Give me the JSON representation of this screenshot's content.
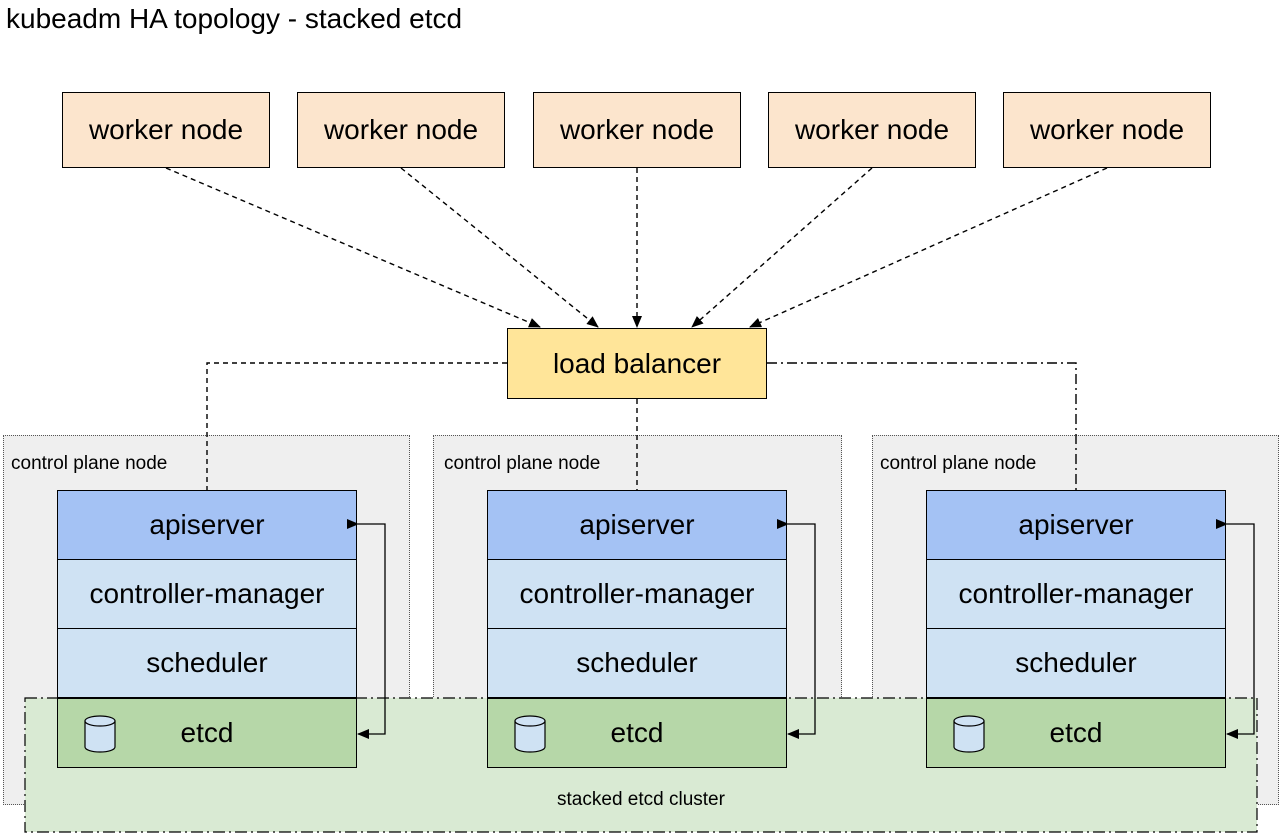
{
  "title": "kubeadm HA topology - stacked etcd",
  "worker_nodes": [
    "worker node",
    "worker node",
    "worker node",
    "worker node",
    "worker node"
  ],
  "load_balancer": "load balancer",
  "control_plane_nodes": [
    {
      "label": "control plane node",
      "components": {
        "apiserver": "apiserver",
        "controller_manager": "controller-manager",
        "scheduler": "scheduler",
        "etcd": "etcd"
      }
    },
    {
      "label": "control plane node",
      "components": {
        "apiserver": "apiserver",
        "controller_manager": "controller-manager",
        "scheduler": "scheduler",
        "etcd": "etcd"
      }
    },
    {
      "label": "control plane node",
      "components": {
        "apiserver": "apiserver",
        "controller_manager": "controller-manager",
        "scheduler": "scheduler",
        "etcd": "etcd"
      }
    }
  ],
  "etcd_cluster_label": "stacked etcd cluster",
  "colors": {
    "worker_fill": "#fce5cd",
    "load_balancer_fill": "#ffe599",
    "control_plane_fill": "#efefef",
    "apiserver_fill": "#a4c2f4",
    "component_fill": "#cfe2f3",
    "etcd_fill": "#b6d7a8",
    "etcd_cluster_fill": "#d9ead3"
  },
  "icons": {
    "etcd": "database-cylinder-icon"
  }
}
